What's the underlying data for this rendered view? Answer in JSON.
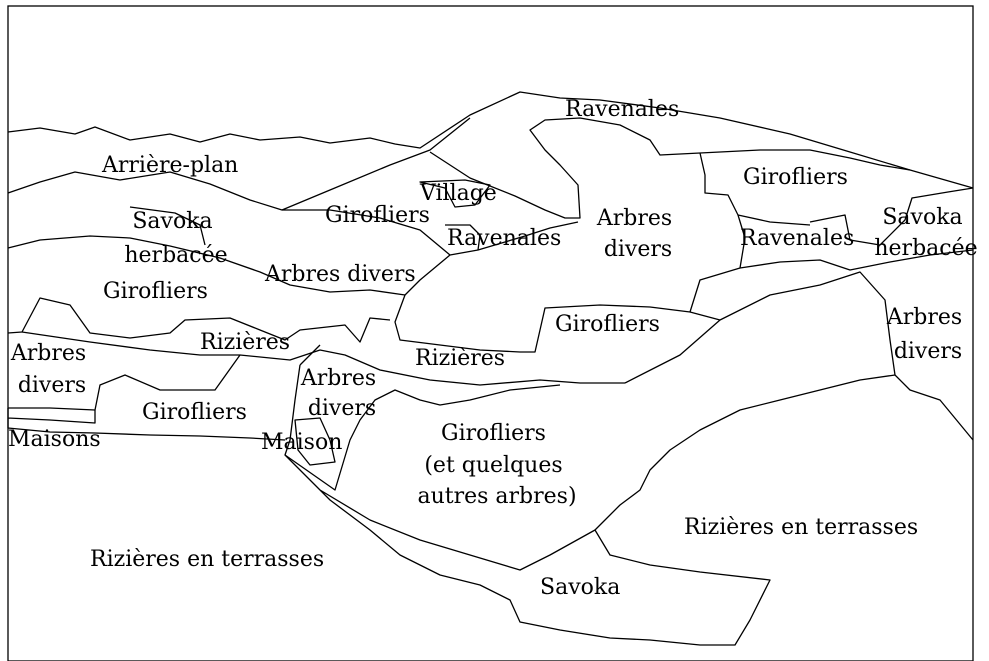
{
  "labels": {
    "arriere_plan": "Arrière-plan",
    "ravenales_top": "Ravenales",
    "girofliers_top_right": "Girofliers",
    "village": "Village",
    "girofliers_center": "Girofliers",
    "arbres_divers_center": [
      "Arbres",
      "divers"
    ],
    "ravenales_mid": "Ravenales",
    "ravenales_right": "Ravenales",
    "savoka_herbacee_left": [
      "Savoka",
      "herbacée"
    ],
    "savoka_herbacee_right": [
      "Savoka",
      "herbacée"
    ],
    "arbres_divers_band": "Arbres divers",
    "girofliers_left": "Girofliers",
    "girofliers_mid_right": "Girofliers",
    "arbres_divers_right": [
      "Arbres",
      "divers"
    ],
    "rizieres_left": "Rizières",
    "rizieres_mid": "Rizières",
    "arbres_divers_left": [
      "Arbres",
      "divers"
    ],
    "arbres_divers_small": [
      "Arbres",
      "divers"
    ],
    "girofliers_lower_left": "Girofliers",
    "maisons": "Maisons",
    "maison": "Maison",
    "girofliers_et_autres": [
      "Girofliers",
      "(et quelques",
      "autres arbres)"
    ],
    "rizieres_en_terrasses_right": "Rizières en terrasses",
    "rizieres_en_terrasses_left": "Rizières en terrasses",
    "savoka": "Savoka"
  },
  "colors": {
    "stroke": "#000000",
    "text": "#000000",
    "background": "#ffffff"
  }
}
